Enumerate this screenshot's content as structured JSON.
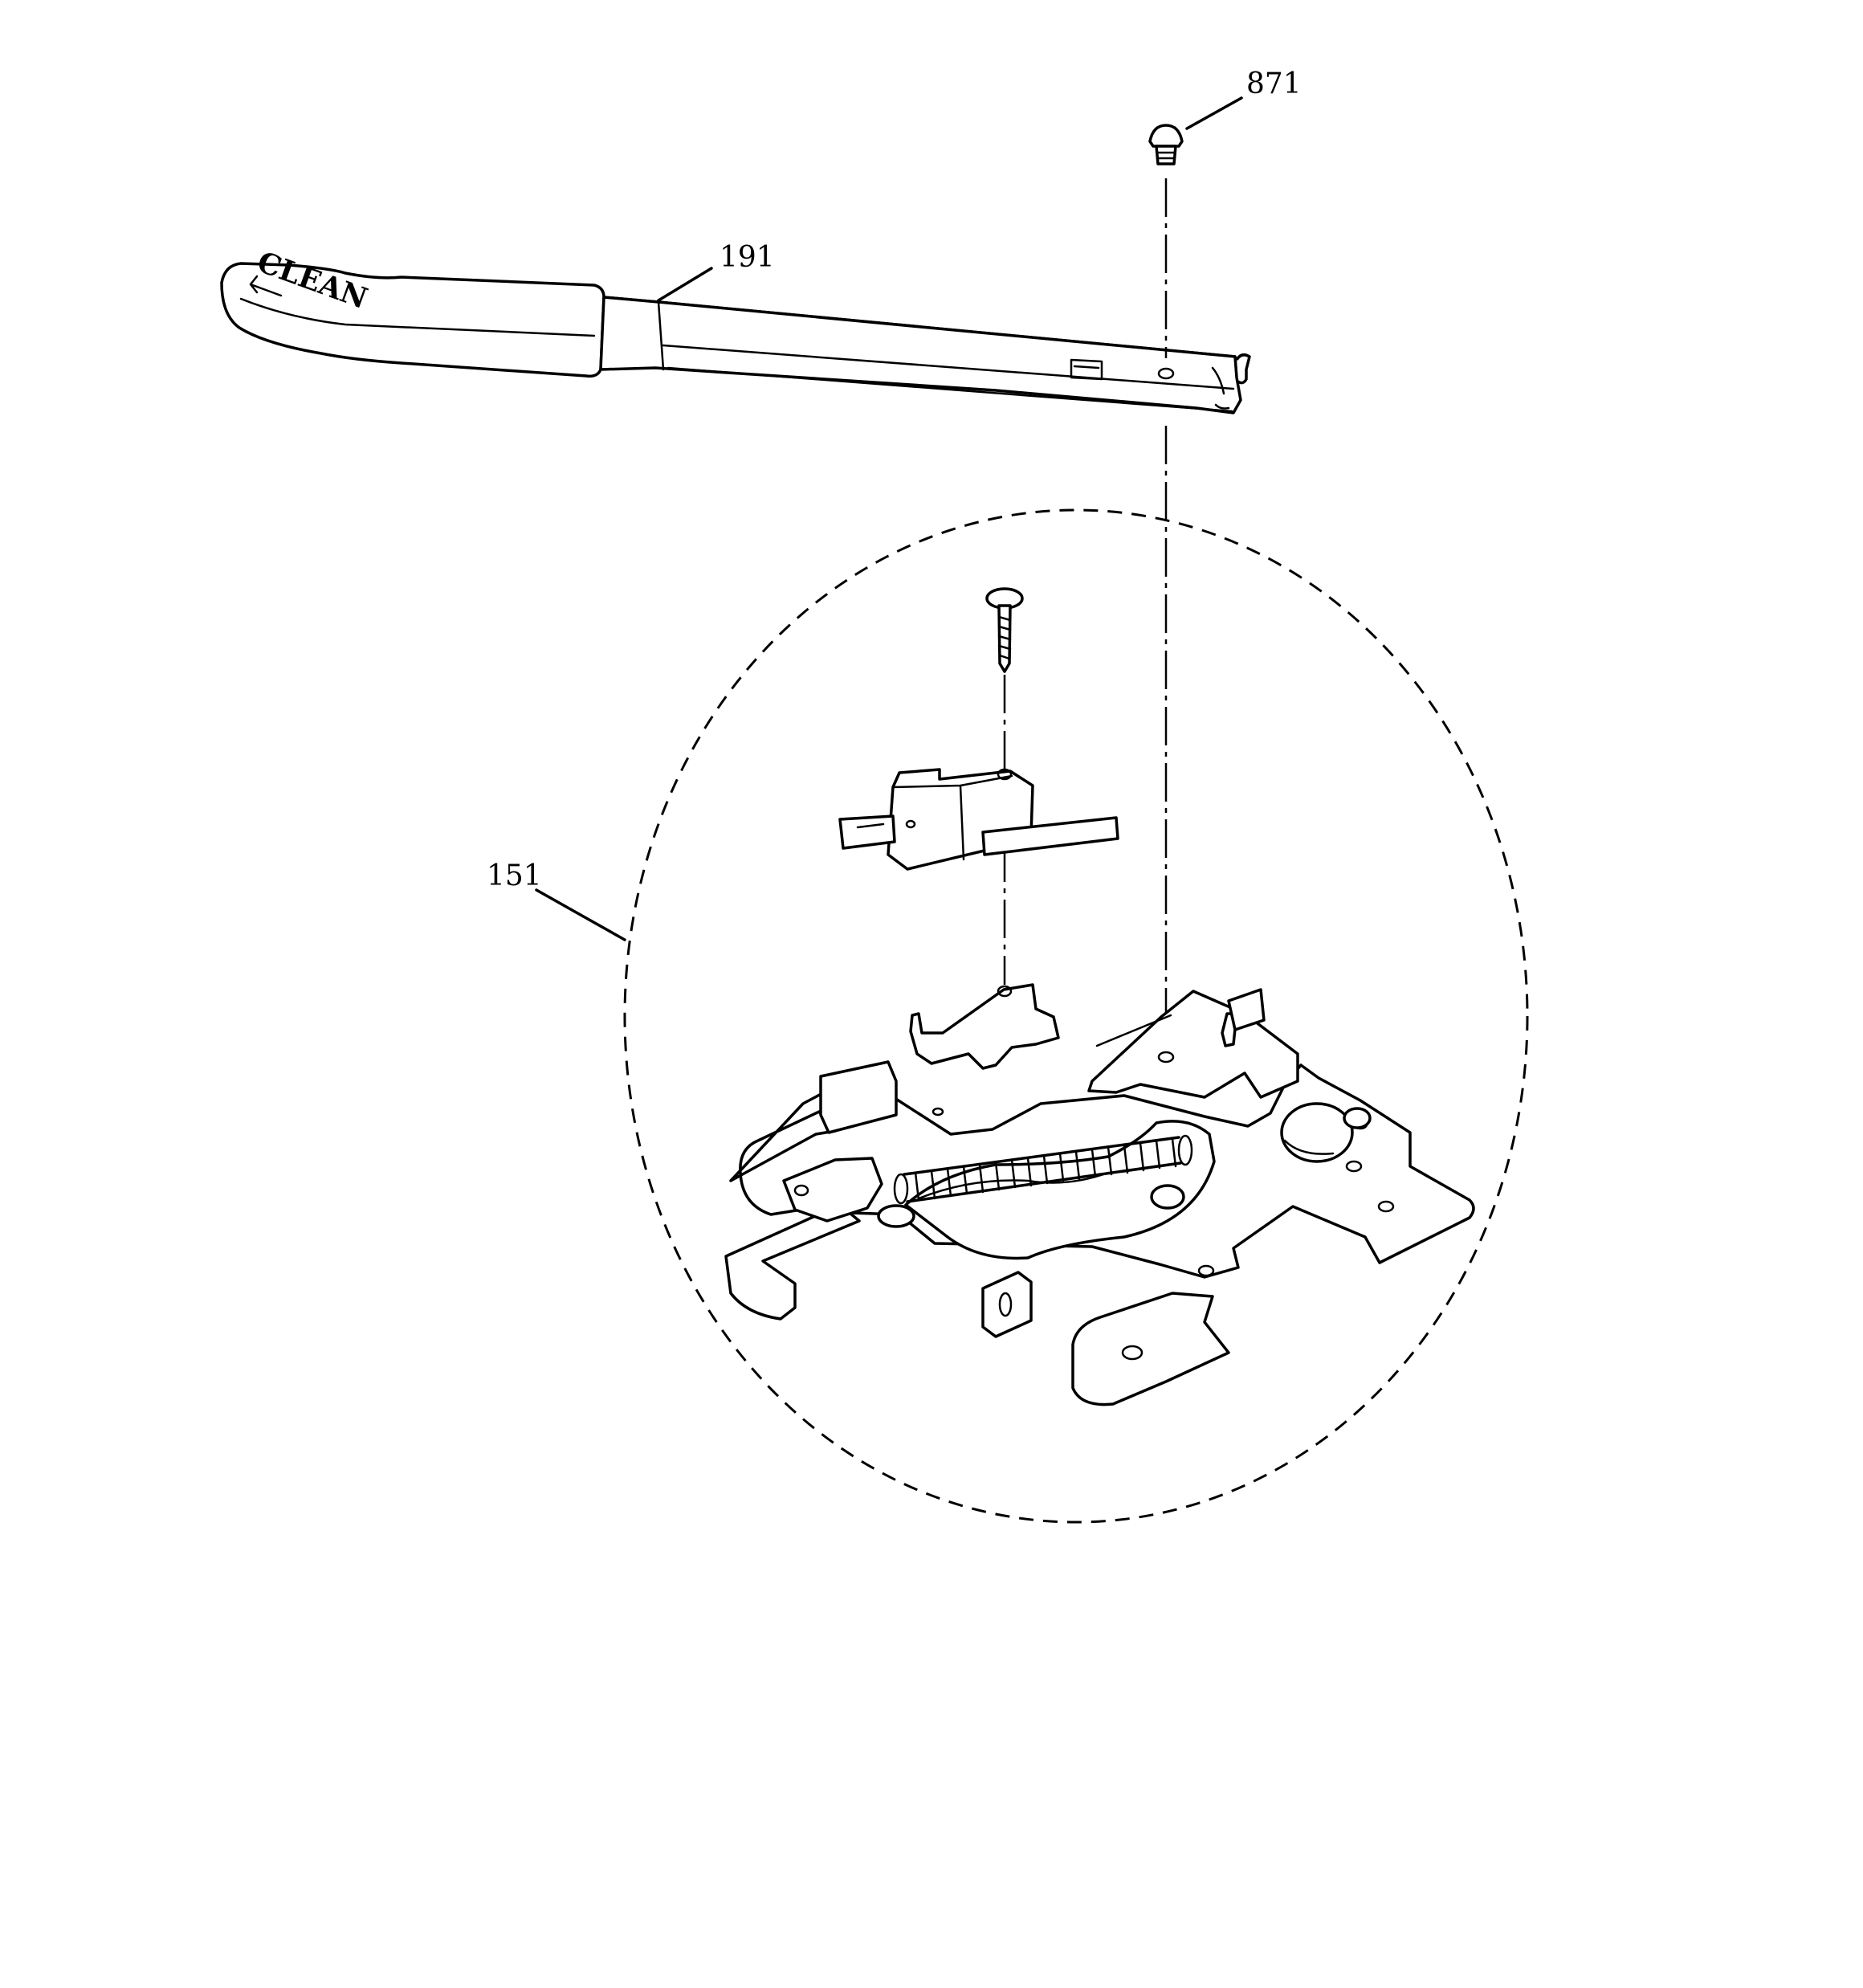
{
  "diagram": {
    "callouts": [
      {
        "id": "871",
        "label": "871"
      },
      {
        "id": "191",
        "label": "191"
      },
      {
        "id": "151",
        "label": "151"
      }
    ],
    "handle_text": "CLEAN"
  }
}
